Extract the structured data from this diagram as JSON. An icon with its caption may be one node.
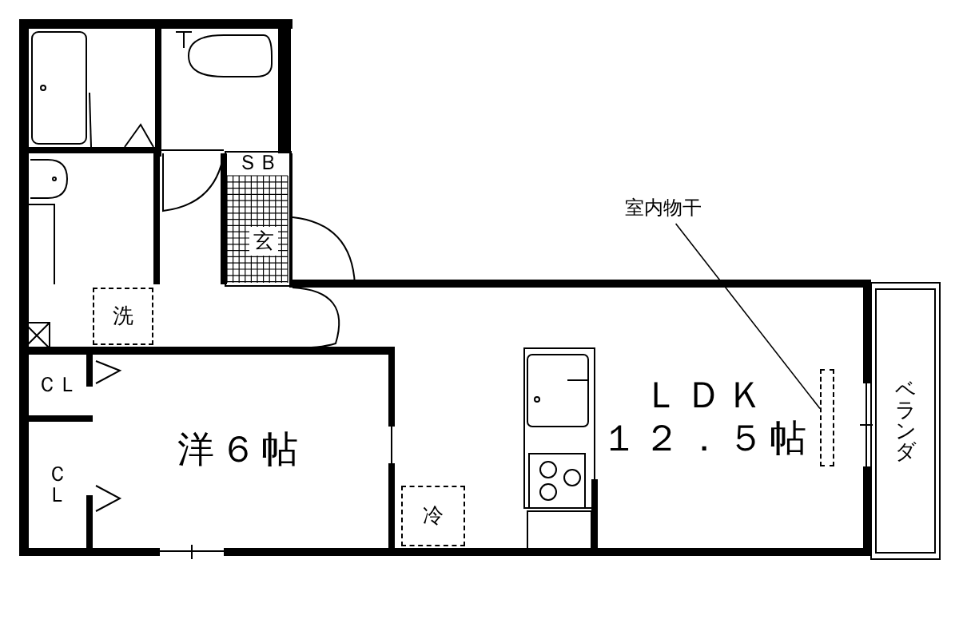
{
  "diagram": {
    "nodes": [
      {
        "text": [
          "洋６帖"
        ]
      },
      {
        "text": [
          "ＬＤＫ",
          "１２．５帖"
        ]
      },
      {
        "text": [
          "ベランダ"
        ]
      },
      {
        "text": [
          "ＣＬ"
        ]
      },
      {
        "text": [
          "ＣＬ"
        ]
      },
      {
        "text": [
          "ＳＢ"
        ]
      },
      {
        "text": [
          "玄"
        ]
      },
      {
        "text": [
          "洗"
        ]
      },
      {
        "text": [
          "冷"
        ]
      },
      {
        "text": [
          "室内物干"
        ]
      },
      {
        "text": [],
        "shape": "bar"
      }
    ],
    "edges": [
      {
        "from": 9,
        "to": 10,
        "arrow": "none"
      }
    ]
  }
}
